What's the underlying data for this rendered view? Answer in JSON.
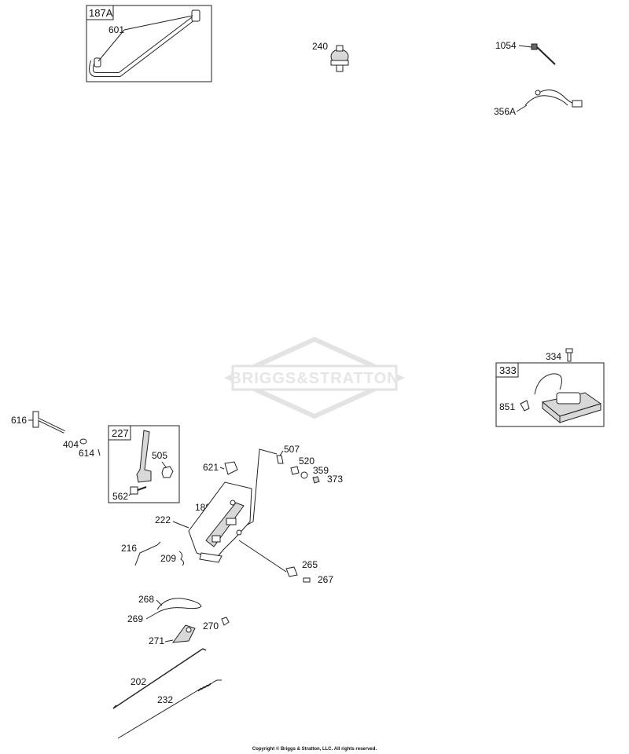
{
  "watermark": {
    "brand": "BRIGGS&STRATTON"
  },
  "callout_boxes": {
    "box_187A": "187A",
    "box_227": "227",
    "box_333": "333"
  },
  "part_labels": {
    "p601": "601",
    "p240": "240",
    "p1054": "1054",
    "p356A": "356A",
    "p334": "334",
    "p851": "851",
    "p616": "616",
    "p404": "404",
    "p614": "614",
    "p505": "505",
    "p562": "562",
    "p621": "621",
    "p507": "507",
    "p520": "520",
    "p359": "359",
    "p373": "373",
    "p188": "188",
    "p222": "222",
    "p216": "216",
    "p209": "209",
    "p265": "265",
    "p267": "267",
    "p268": "268",
    "p269": "269",
    "p270": "270",
    "p271": "271",
    "p202": "202",
    "p232": "232"
  },
  "footer": {
    "copyright": "Copyright © Briggs & Stratton, LLC. All rights reserved."
  }
}
